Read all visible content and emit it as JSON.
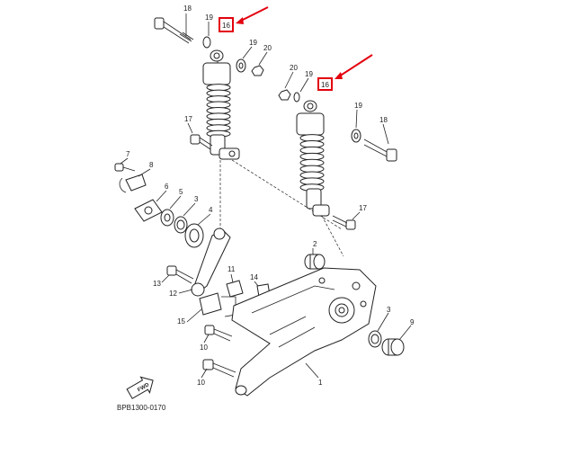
{
  "diagram": {
    "code": "BPB1300-0170",
    "fwd_label": "FWD",
    "highlight_color": "#e3000f",
    "callouts": [
      "18",
      "19",
      "16",
      "19",
      "20",
      "20",
      "19",
      "16",
      "19",
      "18",
      "17",
      "17",
      "7",
      "8",
      "6",
      "5",
      "3",
      "4",
      "2",
      "13",
      "12",
      "11",
      "14",
      "15",
      "10",
      "10",
      "1",
      "3",
      "9"
    ]
  }
}
